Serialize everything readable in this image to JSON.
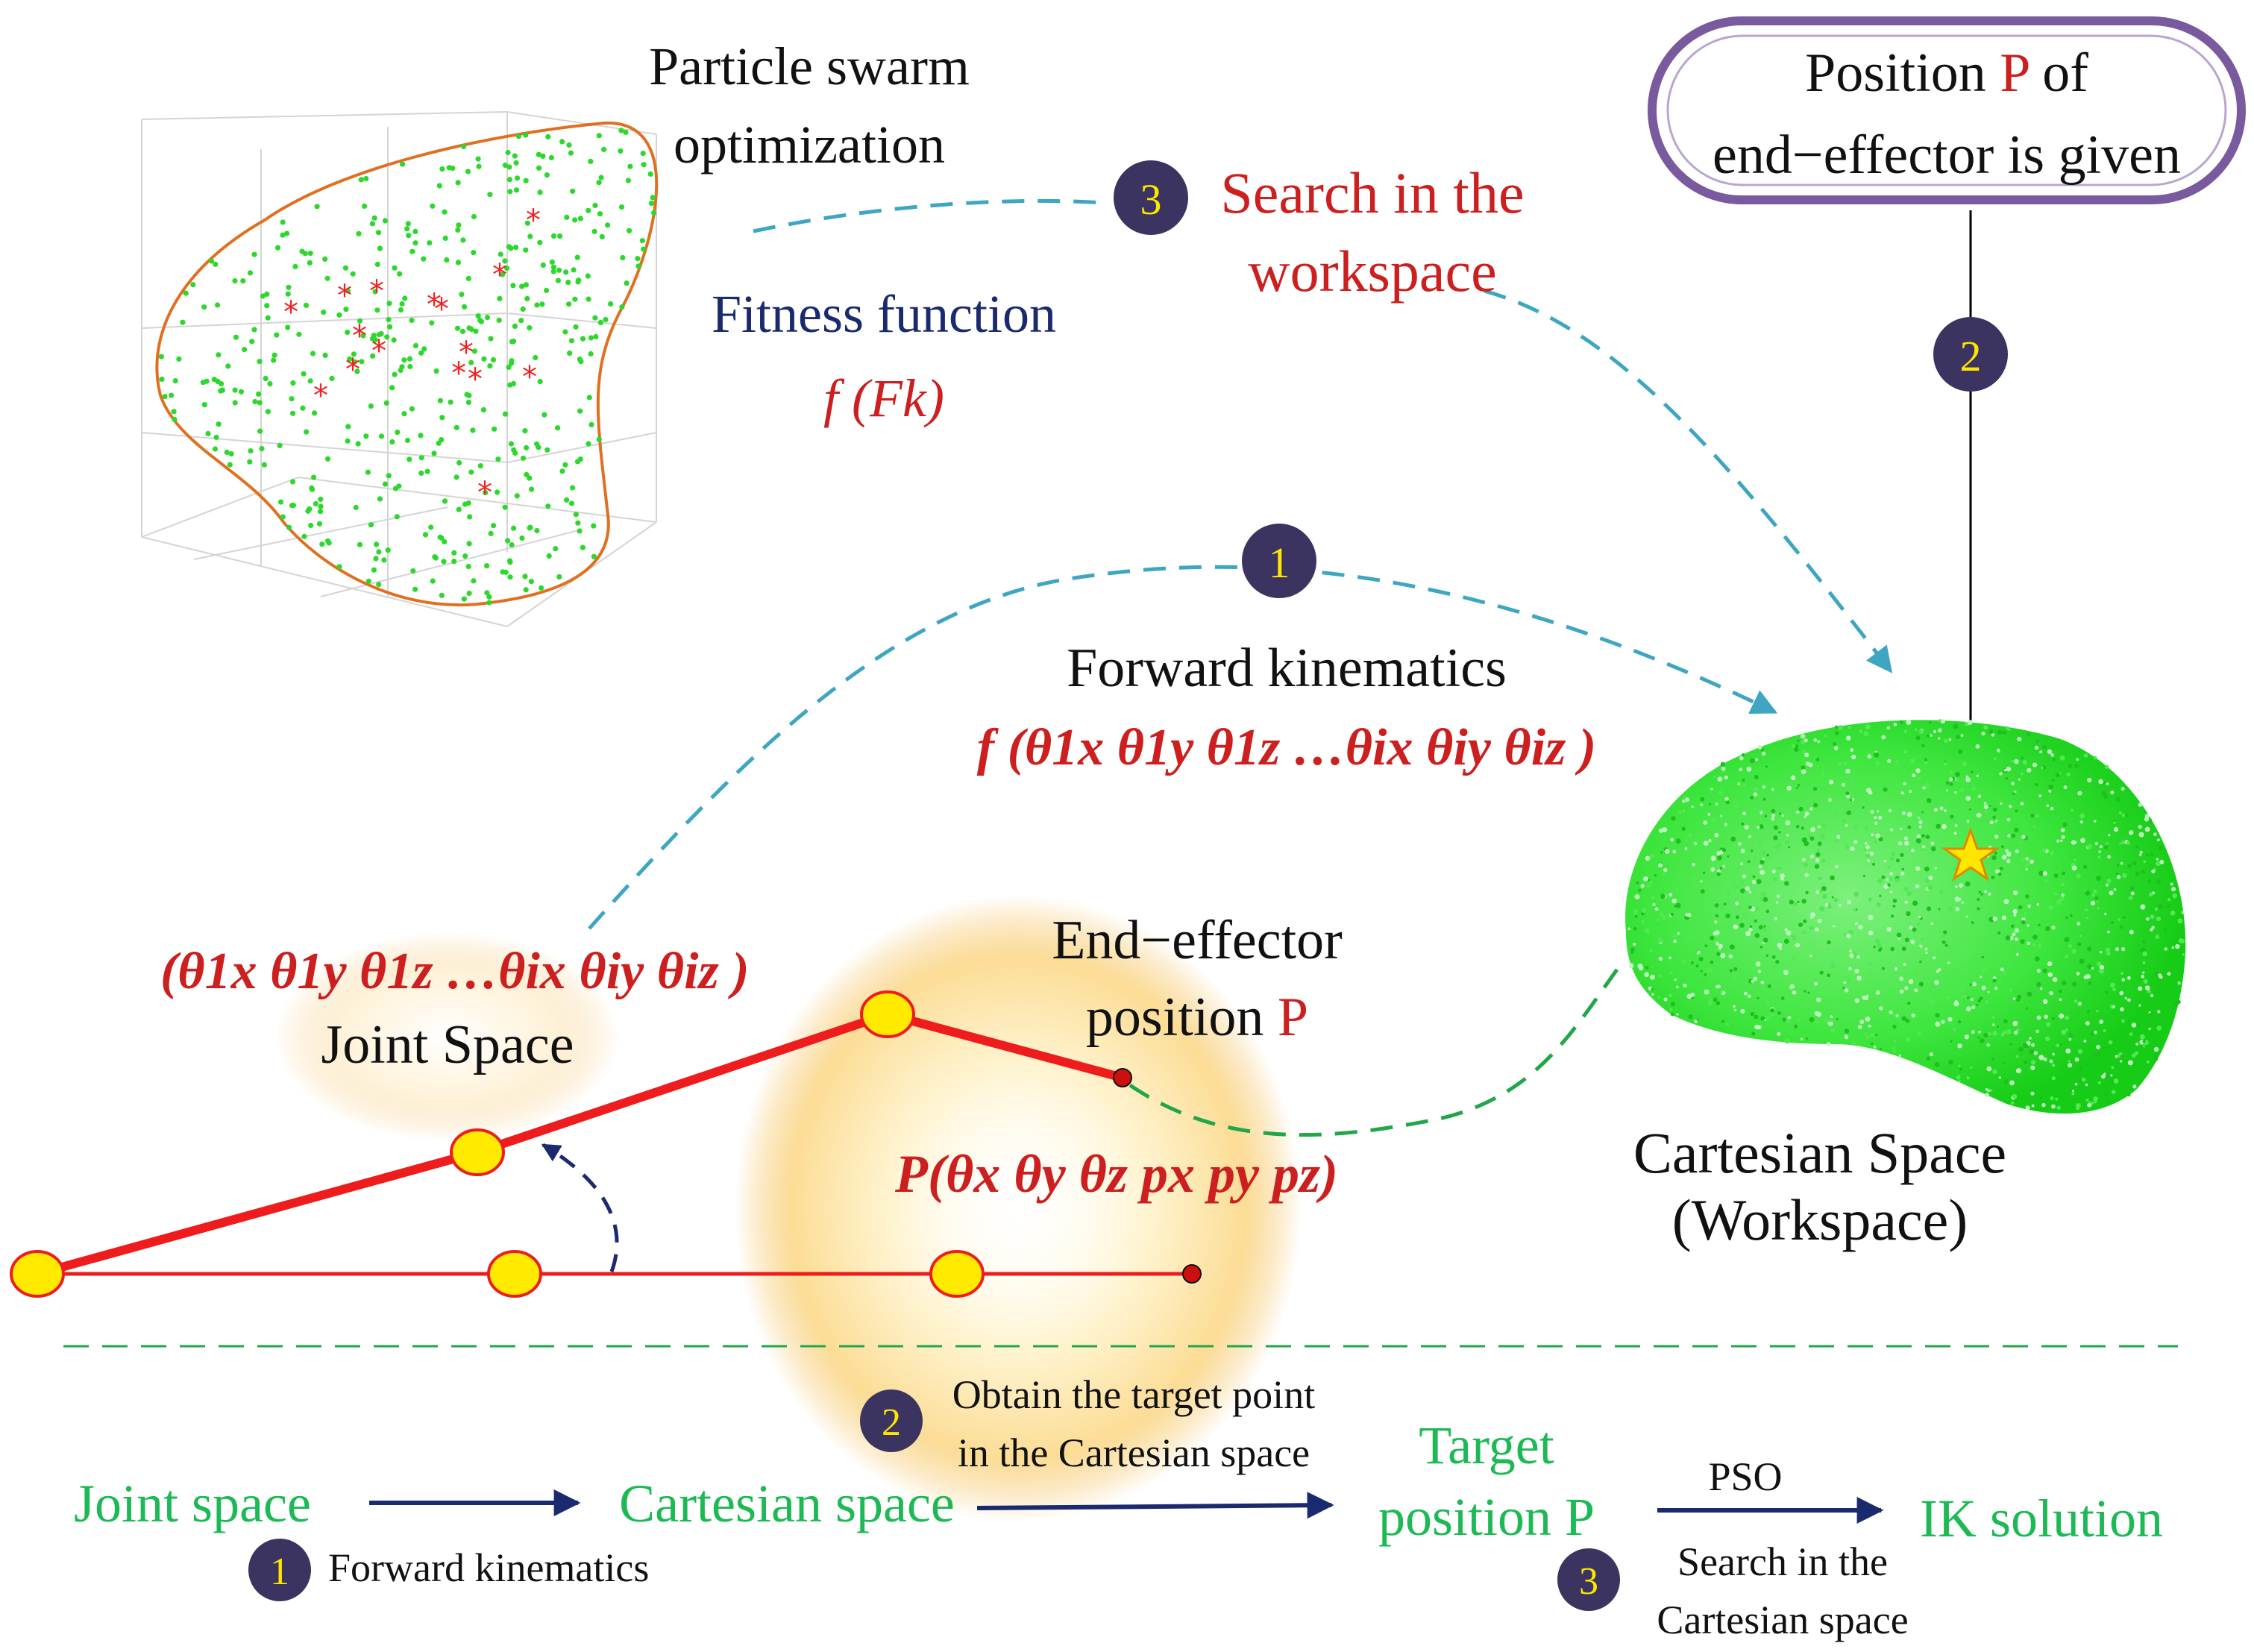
{
  "pso_block": {
    "title_line1": "Particle swarm",
    "title_line2": "optimization",
    "fitness_label": "Fitness function",
    "fitness_formula": "f (Fk)"
  },
  "given_box": {
    "line1_pre": "Position ",
    "line1_p": "P",
    "line1_post": " of",
    "line2": "end−effector is given"
  },
  "search_workspace": {
    "badge": "3",
    "line1": "Search in the",
    "line2": "workspace"
  },
  "forward_kinematics": {
    "badge": "1",
    "label": "Forward kinematics",
    "formula": "f (θ1x θ1y θ1z …θix θiy θiz )"
  },
  "step2_badge": "2",
  "joint_space": {
    "formula": "(θ1x θ1y θ1z …θix θiy θiz )",
    "label": "Joint Space"
  },
  "end_effector": {
    "line1": "End−effector",
    "line2_pre": "position ",
    "line2_p": "P",
    "formula": "P(θx θy θz px py pz)"
  },
  "cartesian": {
    "line1": "Cartesian Space",
    "line2": "(Workspace)"
  },
  "flow": {
    "joint_space": "Joint space",
    "cartesian_space": "Cartesian space",
    "target_line1": "Target",
    "target_line2": "position P",
    "ik_solution": "IK solution",
    "step1_badge": "1",
    "step1_label": "Forward kinematics",
    "step2_badge": "2",
    "step2_line1": "Obtain the target point",
    "step2_line2": "in the Cartesian space",
    "pso_label": "PSO",
    "step3_badge": "3",
    "step3_line1": "Search in the",
    "step3_line2": "Cartesian space"
  },
  "colors": {
    "red": "#cc1f1f",
    "navy": "#1a2a6e",
    "green_text": "#1db954",
    "cyan_dash": "#3ea6c2",
    "green_dash": "#21a64a",
    "badge_fill": "#3b3360",
    "badge_text": "#ffe600",
    "box_stroke": "#7a5a9e",
    "arm_red": "#ee1c1c",
    "joint_fill": "#ffea00",
    "point_green": "#2dd82d",
    "outline_orange": "#e07020"
  }
}
